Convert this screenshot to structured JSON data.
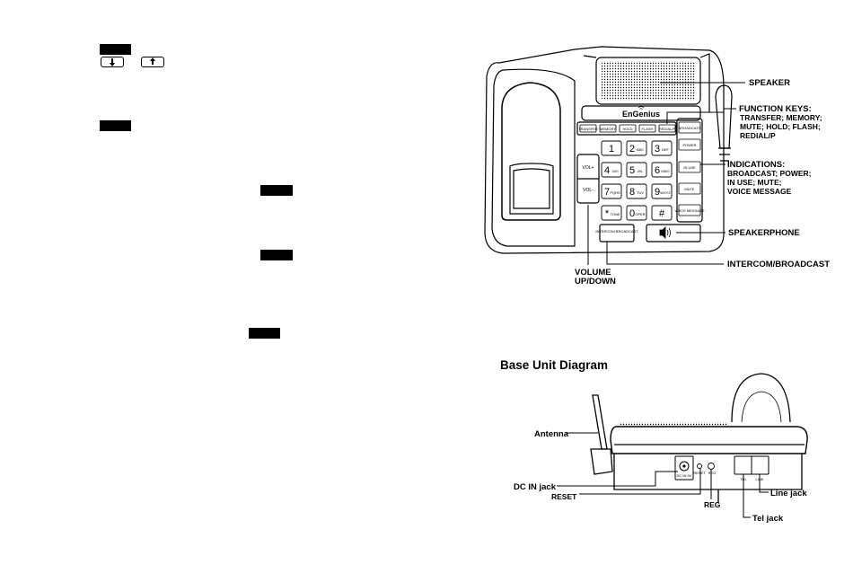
{
  "left_column": {
    "button_icons": [
      "button-up-down-icon"
    ]
  },
  "top_diagram": {
    "brand": "EnGenius",
    "function_key_labels": [
      "TRANSFER",
      "MEMORY",
      "HOLD",
      "FLASH",
      "REDIAL/P"
    ],
    "side_key_labels": [
      "BROADCAST",
      "POWER",
      "IN USE",
      "MUTE",
      "VOICE MESSAGE"
    ],
    "vol_up_label": "VOL+",
    "vol_down_label": "VOL-",
    "intercom_key_label": "INTERCOM BROADCAST",
    "speaker_key_icon": "speaker-icon",
    "keypad": [
      {
        "digit": "1",
        "letters": ""
      },
      {
        "digit": "2",
        "letters": "ABC"
      },
      {
        "digit": "3",
        "letters": "DEF"
      },
      {
        "digit": "4",
        "letters": "GHI"
      },
      {
        "digit": "5",
        "letters": "JKL"
      },
      {
        "digit": "6",
        "letters": "MNO"
      },
      {
        "digit": "7",
        "letters": "PQRS"
      },
      {
        "digit": "8",
        "letters": "TUV"
      },
      {
        "digit": "9",
        "letters": "WXYZ"
      },
      {
        "digit": "*",
        "letters": "TONE"
      },
      {
        "digit": "0",
        "letters": "OPER"
      },
      {
        "digit": "#",
        "letters": ""
      }
    ],
    "callouts": {
      "speaker": "SPEAKER",
      "function_keys_title": "FUNCTION KEYS:",
      "function_keys_lines": [
        "TRANSFER; MEMORY;",
        "MUTE; HOLD; FLASH;",
        "REDIAL/P"
      ],
      "indications_title": "INDICATIONS:",
      "indications_lines": [
        "BROADCAST; POWER;",
        "IN USE; MUTE;",
        "VOICE MESSAGE"
      ],
      "speakerphone": "SPEAKERPHONE",
      "intercom_broadcast": "INTERCOM/BROADCAST",
      "volume_lines": [
        "VOLUME",
        "UP/DOWN"
      ]
    }
  },
  "base_unit": {
    "heading": "Base Unit Diagram",
    "callouts": {
      "antenna": "Antenna",
      "dc_in": "DC IN jack",
      "reset": "RESET",
      "reg": "REG",
      "line_jack": "Line jack",
      "tel_jack": "Tel jack"
    },
    "port_labels": {
      "tel": "TEL",
      "line": "LINE",
      "reset": "RESET",
      "reg": "REG",
      "dc": "DC IN 9V"
    }
  }
}
